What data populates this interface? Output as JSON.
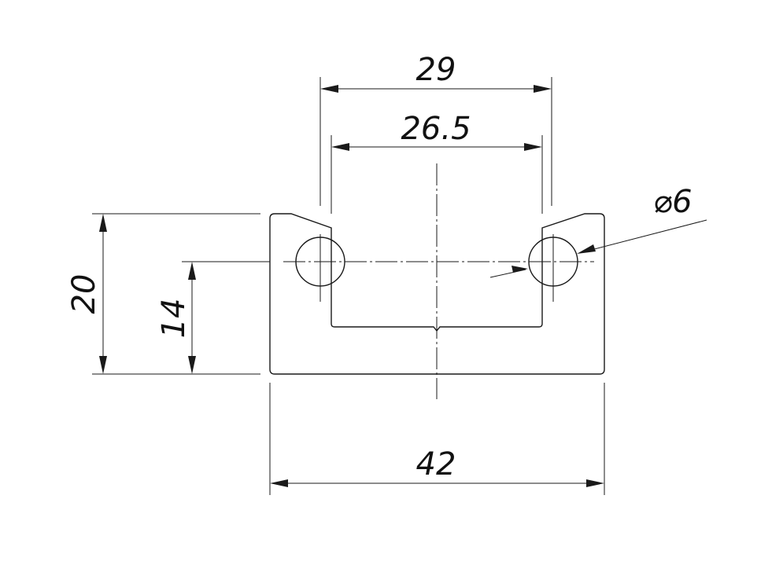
{
  "drawing": {
    "dims": {
      "top_outer": "29",
      "top_inner": "26.5",
      "hole": "6",
      "diameter_symbol": "⌀",
      "height_total": "20",
      "height_hole": "14",
      "width_total": "42"
    }
  }
}
